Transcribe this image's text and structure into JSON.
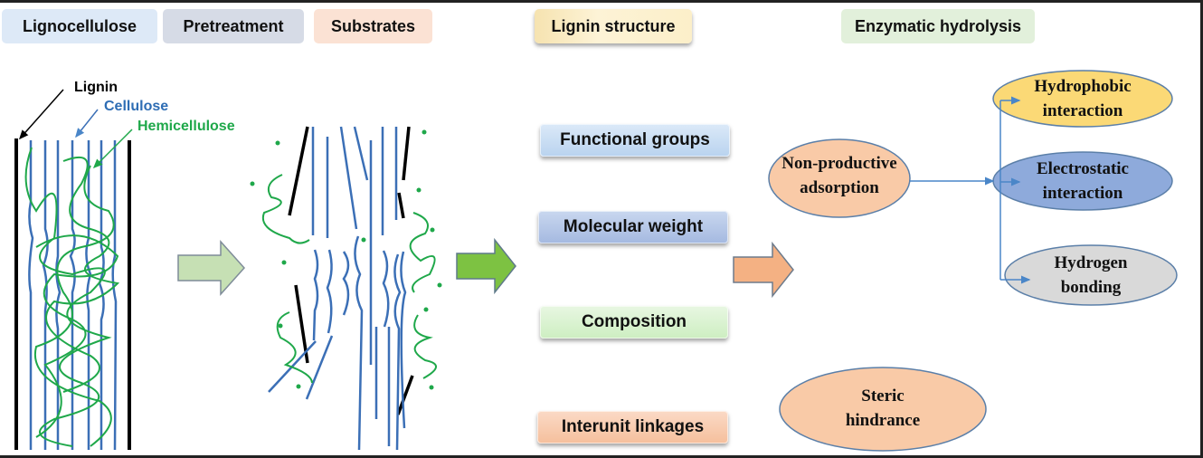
{
  "header_tags": [
    {
      "label": "Lignocellulose",
      "color": "#dde9f7"
    },
    {
      "label": "Pretreatment",
      "color": "#d6dbe6"
    },
    {
      "label": "Substrates",
      "color": "#fbe2d4"
    },
    {
      "label": "Lignin structure",
      "color": "#fcefc9"
    },
    {
      "label": "Enzymatic hydrolysis",
      "color": "#e2f0db"
    }
  ],
  "structure_labels": {
    "lignin": "Lignin",
    "cellulose": "Cellulose",
    "hemicellulose": "Hemicellulose"
  },
  "colors": {
    "lignin": "#000000",
    "cellulose": "#3b6fb6",
    "hemicellulose": "#1fa84a",
    "arrow_pretreat": "#c6e0b4",
    "arrow_substrate": "#7dc242",
    "arrow_hydrolysis": "#f4b183"
  },
  "lignin_properties": [
    {
      "label": "Functional groups",
      "color": "#c7dcf3"
    },
    {
      "label": "Molecular weight",
      "color": "#b4c7e7"
    },
    {
      "label": "Composition",
      "color": "#d9f2d0"
    },
    {
      "label": "Interunit linkages",
      "color": "#f8cbad"
    }
  ],
  "mechanisms": {
    "non_productive": {
      "line1": "Non-productive",
      "line2": "adsorption",
      "color": "#f9caa7"
    },
    "steric": {
      "line1": "Steric",
      "line2": "hindrance",
      "color": "#f9caa7"
    },
    "interactions": [
      {
        "line1": "Hydrophobic",
        "line2": "interaction",
        "color": "#fbd976"
      },
      {
        "line1": "Electrostatic",
        "line2": "interaction",
        "color": "#8eaadb"
      },
      {
        "line1": "Hydrogen",
        "line2": "bonding",
        "color": "#d9d9d9"
      }
    ]
  }
}
